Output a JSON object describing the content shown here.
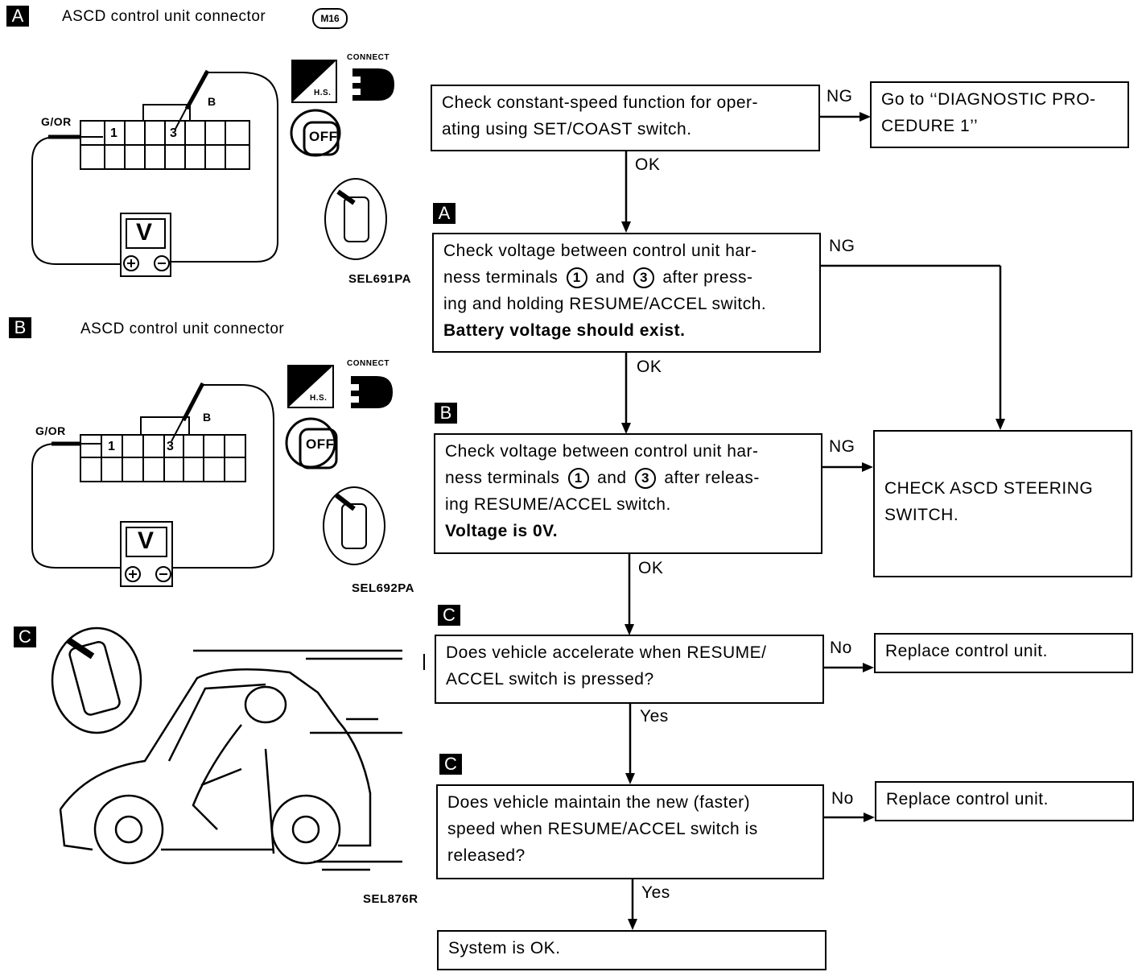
{
  "left": {
    "panel_a": {
      "tag": "A",
      "title": "ASCD control unit connector",
      "connector_code": "M16",
      "wire_label": "G/OR",
      "probe_label": "B",
      "pin1": "1",
      "pin3": "3",
      "meter": "V",
      "connect_label": "CONNECT",
      "hs_label": "H.S.",
      "off_label": "OFF",
      "caption": "SEL691PA"
    },
    "panel_b": {
      "tag": "B",
      "title": "ASCD control unit connector",
      "wire_label": "G/OR",
      "probe_label": "B",
      "pin1": "1",
      "pin3": "3",
      "meter": "V",
      "connect_label": "CONNECT",
      "hs_label": "H.S.",
      "off_label": "OFF",
      "caption": "SEL692PA"
    },
    "panel_c": {
      "tag": "C",
      "caption": "SEL876R"
    }
  },
  "flow": {
    "step1": {
      "lines": [
        "Check constant-speed function for oper-",
        "ating using SET/COAST switch."
      ]
    },
    "step1_ng_label": "NG",
    "step1_ng_box": {
      "lines": [
        "Go to ‘‘DIAGNOSTIC PRO-",
        "CEDURE 1’’"
      ]
    },
    "step1_ok_label": "OK",
    "step2_tag": "A",
    "step2": {
      "line1": "Check voltage between control unit har-",
      "line2_pre": "ness terminals",
      "line2_t1": "1",
      "line2_mid": "and",
      "line2_t3": "3",
      "line2_post": "after press-",
      "line3": "ing and holding RESUME/ACCEL switch.",
      "line4": "Battery voltage should exist."
    },
    "step2_ng_label": "NG",
    "step2_ok_label": "OK",
    "step3_tag": "B",
    "step3": {
      "line1": "Check voltage between control unit har-",
      "line2_pre": "ness terminals",
      "line2_t1": "1",
      "line2_mid": "and",
      "line2_t3": "3",
      "line2_post": "after releas-",
      "line3": "ing RESUME/ACCEL switch.",
      "line4": "Voltage is 0V."
    },
    "step3_ng_label": "NG",
    "check_switch_box": {
      "lines": [
        "CHECK ASCD STEERING",
        "SWITCH."
      ]
    },
    "step3_ok_label": "OK",
    "step4_tag": "C",
    "step4": {
      "lines": [
        "Does vehicle accelerate when RESUME/",
        "ACCEL switch is pressed?"
      ]
    },
    "step4_no_label": "No",
    "step4_no_box": {
      "lines": [
        "Replace control unit."
      ]
    },
    "step4_yes_label": "Yes",
    "step5_tag": "C",
    "step5": {
      "lines": [
        "Does vehicle maintain the new (faster)",
        "speed when RESUME/ACCEL switch is",
        "released?"
      ]
    },
    "step5_no_label": "No",
    "step5_no_box": {
      "lines": [
        "Replace control unit."
      ]
    },
    "step5_yes_label": "Yes",
    "final_box": {
      "lines": [
        "System is OK."
      ]
    }
  }
}
